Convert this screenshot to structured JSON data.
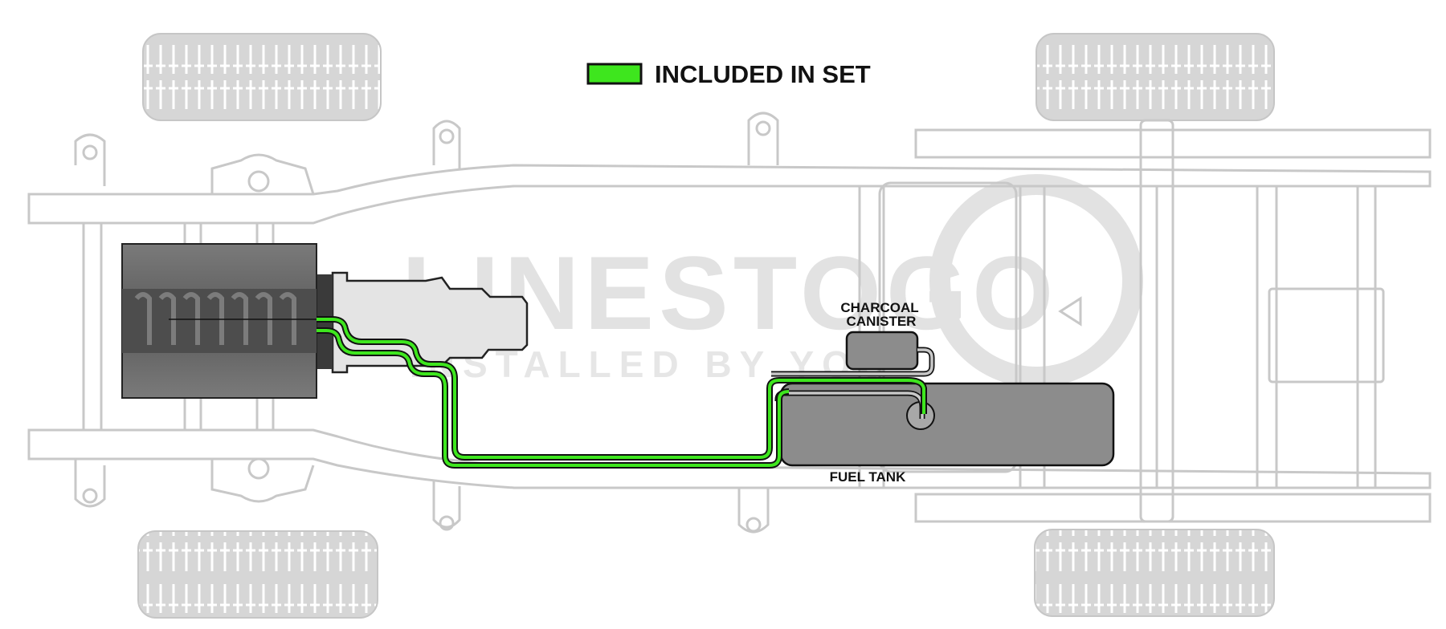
{
  "legend": {
    "label": "INCLUDED IN SET",
    "swatch_color": "#3ee61e"
  },
  "labels": {
    "charcoal_canister_line1": "CHARCOAL",
    "charcoal_canister_line2": "CANISTER",
    "fuel_tank": "FUEL TANK"
  },
  "watermark": {
    "brand": "LINESTOGO",
    "tagline": "INSTALLED BY YOU"
  },
  "colors": {
    "included_line": "#3ee61e",
    "frame_outline": "#c8c8c8",
    "tire_fill": "#d4d4d4",
    "tank_fill": "#8c8c8c",
    "engine_fill": "#6f6f6f",
    "watermark": "#d9d9d9"
  }
}
